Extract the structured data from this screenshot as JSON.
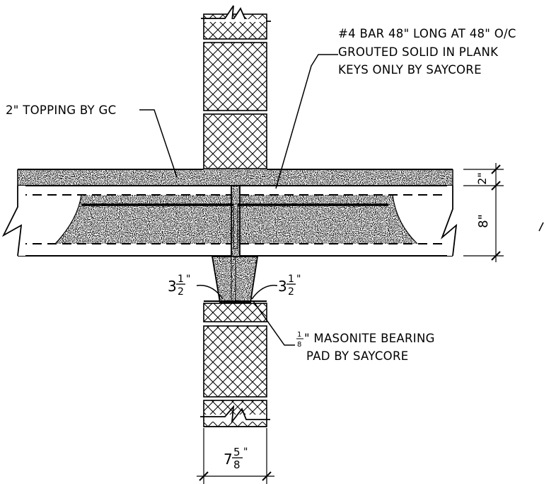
{
  "notes": {
    "rebar": {
      "line1": "#4 BAR 48\" LONG AT 48\" O/C",
      "line2": "GROUTED SOLID IN PLANK",
      "line3": "KEYS ONLY BY SAYCORE"
    },
    "topping": "2\" TOPPING BY GC",
    "pad": {
      "frac_num": "1",
      "frac_den": "8",
      "line1_rest": "\" MASONITE BEARING",
      "line2": "PAD BY SAYCORE"
    }
  },
  "dimensions": {
    "topping_thickness": "2\"",
    "plank_thickness": "8\"",
    "bearing_left": {
      "whole": "3",
      "num": "1",
      "den": "2",
      "unit": "\""
    },
    "bearing_right": {
      "whole": "3",
      "num": "1",
      "den": "2",
      "unit": "\""
    },
    "wall_width": {
      "whole": "7",
      "num": "5",
      "den": "8",
      "unit": "\""
    }
  },
  "colors": {
    "line": "#000000",
    "background": "#ffffff"
  }
}
